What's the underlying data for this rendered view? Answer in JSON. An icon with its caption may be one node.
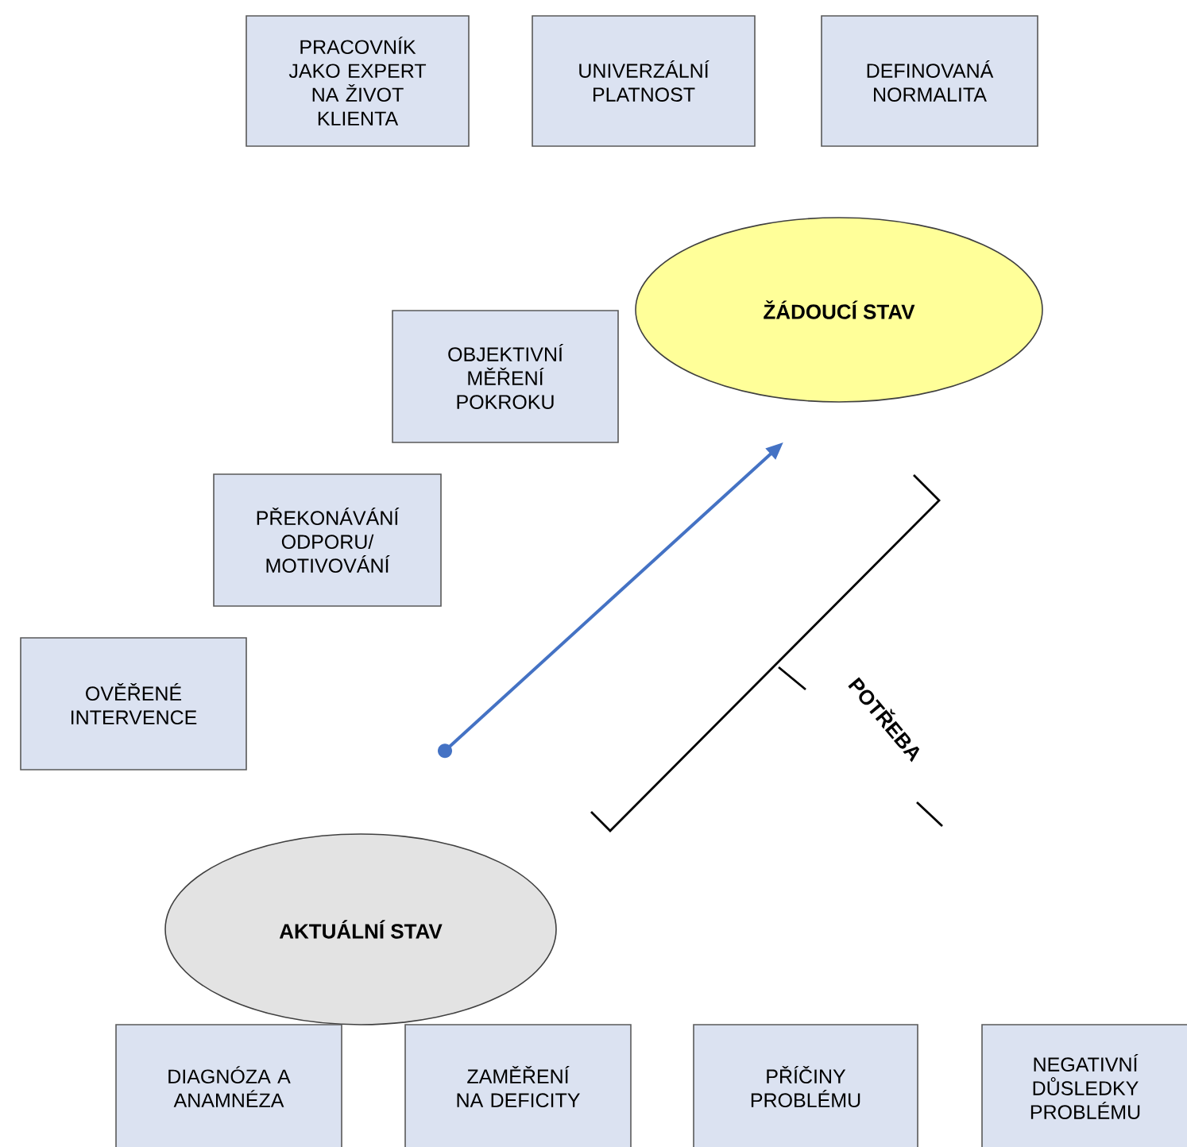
{
  "diagram": {
    "nodes": [
      {
        "text": [
          "PRACOVNÍK JAKO EXPERT NA ŽIVOT KLIENTA"
        ]
      },
      {
        "text": [
          "UNIVERZÁLNÍ PLATNOST"
        ]
      },
      {
        "text": [
          "DEFINOVANÁ NORMALITA"
        ]
      },
      {
        "text": [
          "ŽÁDOUCÍ STAV"
        ]
      },
      {
        "text": [
          "OBJEKTIVNÍ MĚŘENÍ POKROKU"
        ]
      },
      {
        "text": [
          "PŘEKONÁVÁNÍ ODPORU/ MOTIVOVÁNÍ"
        ]
      },
      {
        "text": [
          "OVĚŘENÉ INTERVENCE"
        ]
      },
      {
        "text": [
          "AKTUÁLNÍ STAV"
        ]
      },
      {
        "text": [
          "DIAGNÓZA A ANAMNÉZA"
        ]
      },
      {
        "text": [
          "ZAMĚŘENÍ NA DEFICITY"
        ]
      },
      {
        "text": [
          "PŘÍČINY PROBLÉMU"
        ]
      },
      {
        "text": [
          "NEGATIVNÍ DŮSLEDKY PROBLÉMU"
        ]
      }
    ],
    "edges": [
      {
        "from": 7,
        "to": 3,
        "arrow": "to",
        "color": "#4472c4"
      }
    ],
    "labels": [
      "POTŘEBA"
    ]
  }
}
